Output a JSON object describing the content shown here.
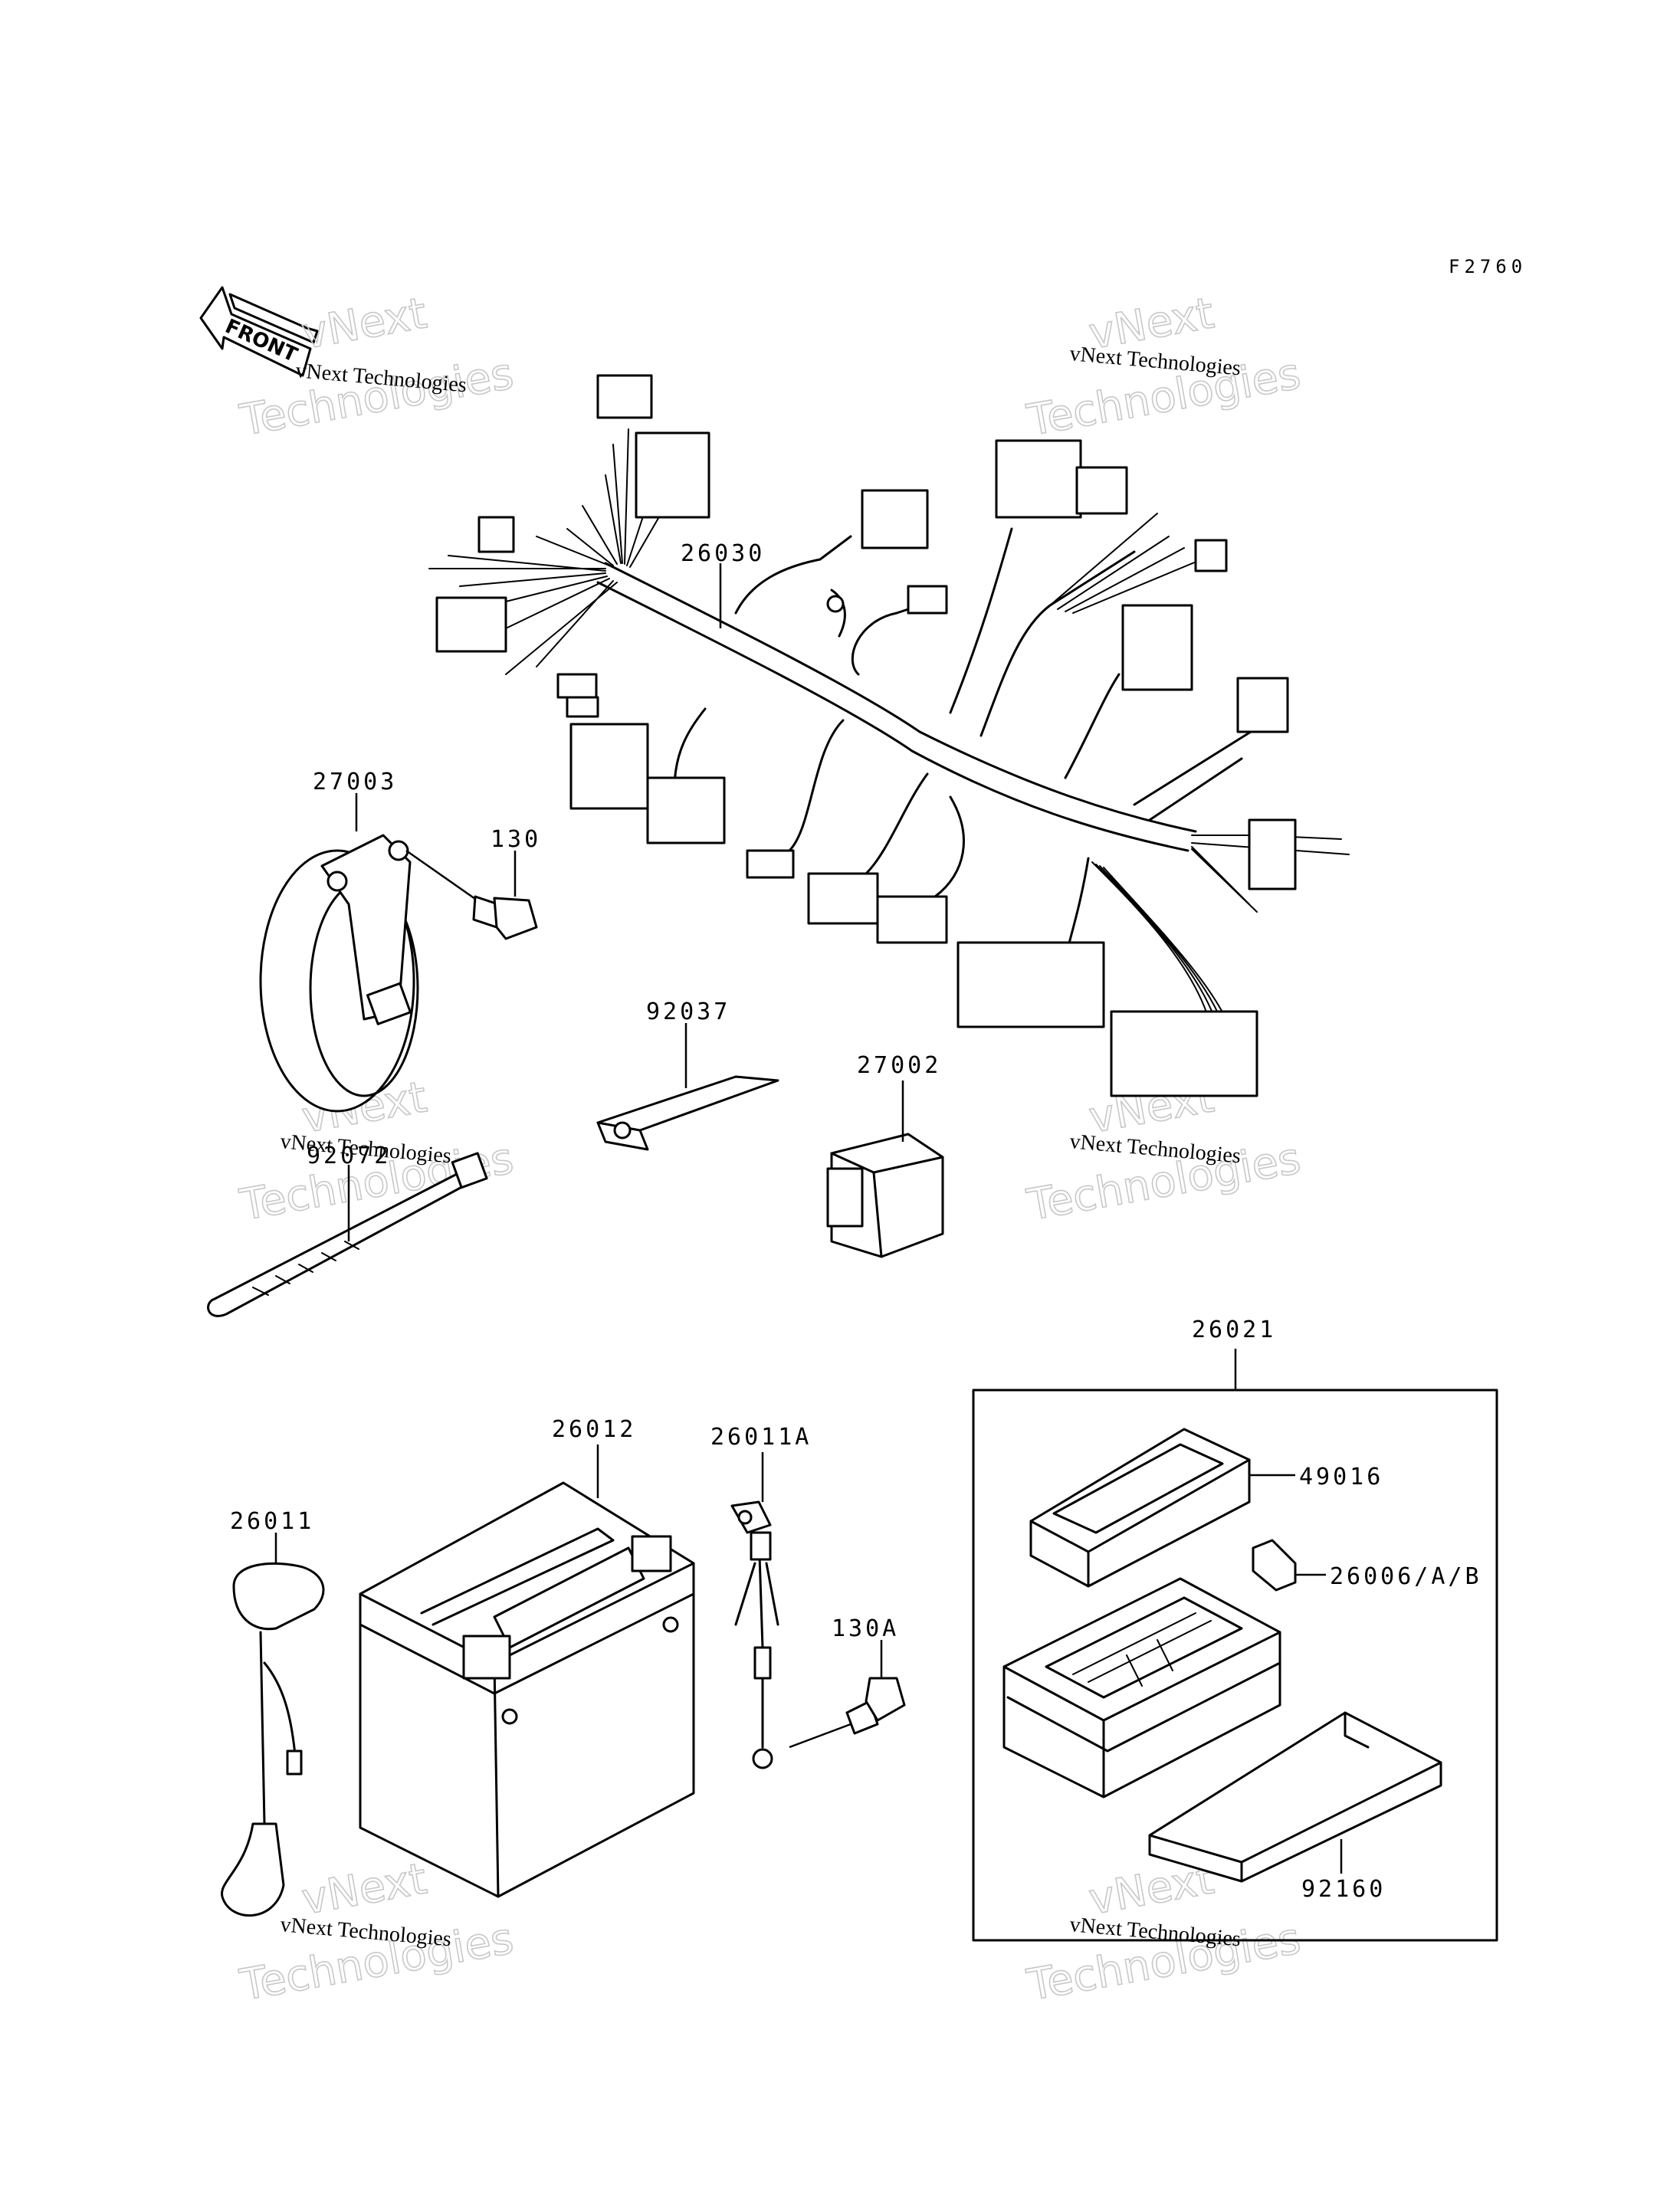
{
  "figure_code": "F2760",
  "front_arrow_label": "FRONT",
  "watermark": {
    "brand_line1": "vNext",
    "brand_line2": "Technologies",
    "caption": "vNext Technologies"
  },
  "part_numbers": {
    "harness": "26030",
    "horn": "27003",
    "bolt": "130",
    "strap": "92037",
    "relay": "27002",
    "band": "92072",
    "battery": "26012",
    "cable_a": "26011A",
    "cable": "26011",
    "bolt_a": "130A",
    "junction_box_assy": "26021",
    "cover": "49016",
    "fuse": "26006/A/B",
    "holder": "92160"
  }
}
